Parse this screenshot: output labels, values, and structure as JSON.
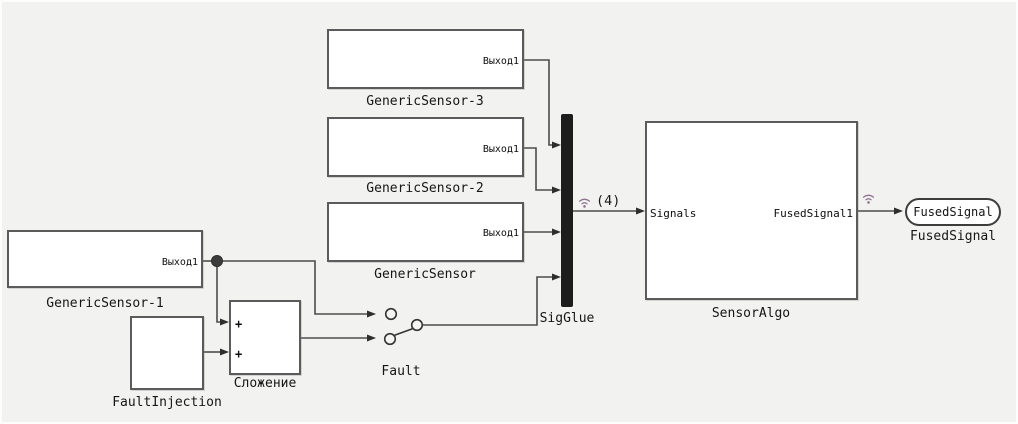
{
  "window": {
    "background": "#f2f2f1"
  },
  "colors": {
    "wire": "#4c4c4c",
    "block_border": "#5b5b5b",
    "mux_fill": "#1d1d1d",
    "wireless_badge": "#8d6f8d",
    "block_fill": "#ffffff"
  },
  "blocks": {
    "generic_sensor_3": {
      "name": "GenericSensor-3",
      "output_port": "Выход1"
    },
    "generic_sensor_2": {
      "name": "GenericSensor-2",
      "output_port": "Выход1"
    },
    "generic_sensor": {
      "name": "GenericSensor",
      "output_port": "Выход1"
    },
    "generic_sensor_1": {
      "name": "GenericSensor-1",
      "output_port": "Выход1"
    },
    "fault_injection": {
      "name": "FaultInjection",
      "icon": "pulse-wave-icon"
    },
    "sum": {
      "name": "Сложение",
      "inputs": [
        "+",
        "+"
      ]
    },
    "fault_switch": {
      "name": "Fault"
    },
    "sig_glue": {
      "name": "SigGlue"
    },
    "sensor_algo": {
      "name": "SensorAlgo",
      "input_port": "Signals",
      "output_port": "FusedSignal1"
    },
    "fused_signal": {
      "port_text": "FusedSignal",
      "name": "FusedSignal"
    }
  },
  "annotations": {
    "bus_width": "(4)"
  }
}
